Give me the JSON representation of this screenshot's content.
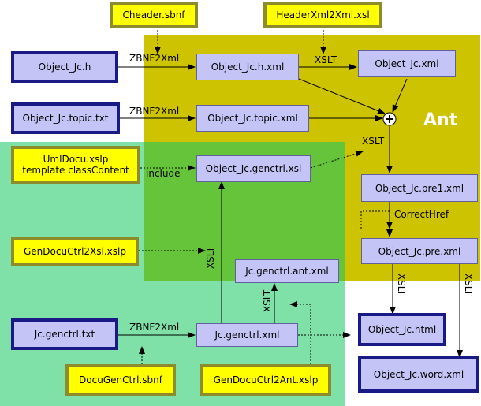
{
  "diagram": {
    "region_label": "Ant",
    "nodes": {
      "cheader_sbnf": "Cheader.sbnf",
      "headerxml2xmi_xsl": "HeaderXml2Xmi.xsl",
      "object_jc_h": "Object_Jc.h",
      "object_jc_h_xml": "Object_Jc.h.xml",
      "object_jc_xmi": "Object_Jc.xmi",
      "object_jc_topic_txt": "Object_Jc.topic.txt",
      "object_jc_topic_xml": "Object_Jc.topic.xml",
      "umldocu_xslp_line1": "UmlDocu.xslp",
      "umldocu_xslp_line2": "template classContent",
      "object_jc_genctrl_xsl": "Object_Jc.genctrl.xsl",
      "object_jc_pre1_xml": "Object_Jc.pre1.xml",
      "gendocuctrl2xsl_xslp": "GenDocuCtrl2Xsl.xslp",
      "object_jc_pre_xml": "Object_Jc.pre.xml",
      "jc_genctrl_ant_xml": "Jc.genctrl.ant.xml",
      "jc_genctrl_txt": "Jc.genctrl.txt",
      "jc_genctrl_xml": "Jc.genctrl.xml",
      "object_jc_html": "Object_Jc.html",
      "object_jc_word_xml": "Object_Jc.word.xml",
      "docugenctrl_sbnf": "DocuGenCtrl.sbnf",
      "gendocuctrl2ant_xslp": "GenDocuCtrl2Ant.xslp"
    },
    "edge_labels": {
      "zbnf_h": "ZBNF2Xml",
      "xslt_xmi": "XSLT",
      "zbnf_topic": "ZBNF2Xml",
      "xslt_pre1": "XSLT",
      "include": "include",
      "correct_href": "CorrectHref",
      "xslt_genctrl": "XSLT",
      "xslt_ant": "XSLT",
      "xslt_html": "XSLT",
      "xslt_word": "XSLT",
      "zbnf_genctrl": "ZBNF2Xml"
    },
    "merge_symbol": "+"
  }
}
